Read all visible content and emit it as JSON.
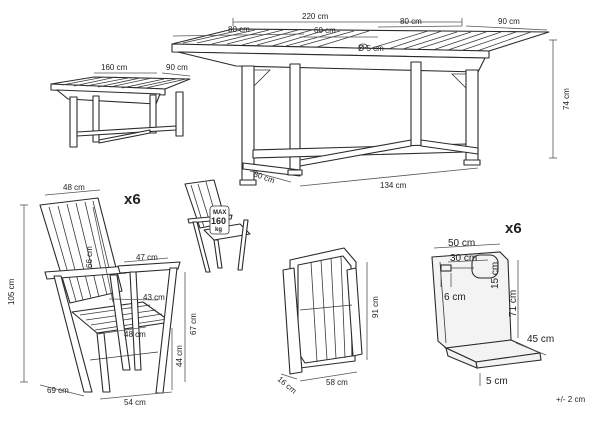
{
  "table_extended": {
    "length": "220 cm",
    "seg_left": "80 cm",
    "seg_mid": "60 cm",
    "seg_right": "80 cm",
    "depth": "90 cm",
    "hole": "Ø 5 cm",
    "height": "74 cm",
    "leg_depth": "80 cm",
    "leg_span": "134 cm"
  },
  "table_folded": {
    "length": "160 cm",
    "depth": "90 cm"
  },
  "chair": {
    "quantity": "x6",
    "back_width": "48 cm",
    "back_height": "66 cm",
    "arm": "47 cm",
    "seat_width": "43 cm",
    "seat_depth": "48 cm",
    "total_height": "105 cm",
    "arm_height": "67 cm",
    "seat_height": "44 cm",
    "foot_depth": "69 cm",
    "foot_width": "54 cm"
  },
  "max_load": {
    "label": "MAX",
    "value": "160",
    "unit": "kg"
  },
  "folded_chair": {
    "height": "91 cm",
    "width": "58 cm",
    "depth": "16 cm"
  },
  "cushion": {
    "quantity": "x6",
    "width": "50 cm",
    "pillow_width": "30 cm",
    "pillow_height": "15 cm",
    "strap": "6 cm",
    "back_length": "71 cm",
    "seat_length": "45 cm",
    "thickness": "5 cm"
  },
  "tolerance": "+/- 2 cm"
}
